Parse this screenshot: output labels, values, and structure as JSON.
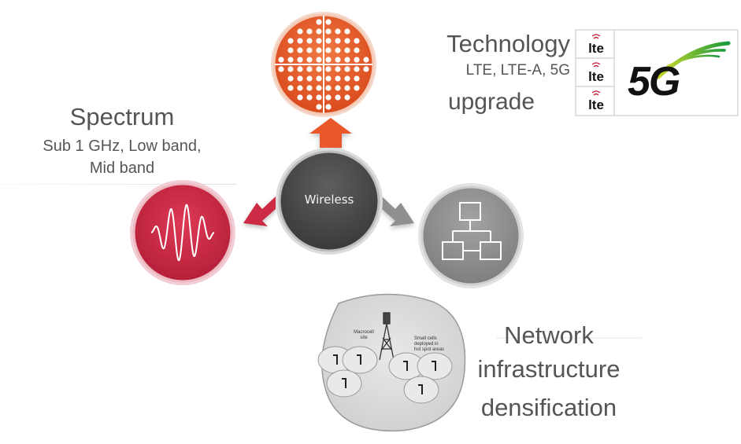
{
  "colors": {
    "orange": "#e8582a",
    "red": "#cc2a44",
    "dark_gray": "#4a4a4a",
    "light_gray": "#8f8f8f",
    "text_gray": "#555555"
  },
  "center": {
    "label": "Wireless"
  },
  "spectrum": {
    "title": "Spectrum",
    "line1": "Sub 1 GHz, Low band,",
    "line2": "Mid band",
    "icon": "sine-wave-icon"
  },
  "technology": {
    "title": "Technology",
    "line1": "LTE, LTE-A, 5G",
    "line2": "upgrade",
    "icon": "antenna-array-icon",
    "logos": [
      "lte",
      "lte",
      "lte"
    ],
    "logo_5g": "5G"
  },
  "network": {
    "line1": "Network",
    "line2": "infrastructure",
    "line3": "densification",
    "icon": "network-topology-icon",
    "macrocell_label": [
      "Macrocell",
      "site"
    ],
    "smallcell_label": [
      "Small cells",
      "deployed in",
      "hot spot areas"
    ]
  }
}
